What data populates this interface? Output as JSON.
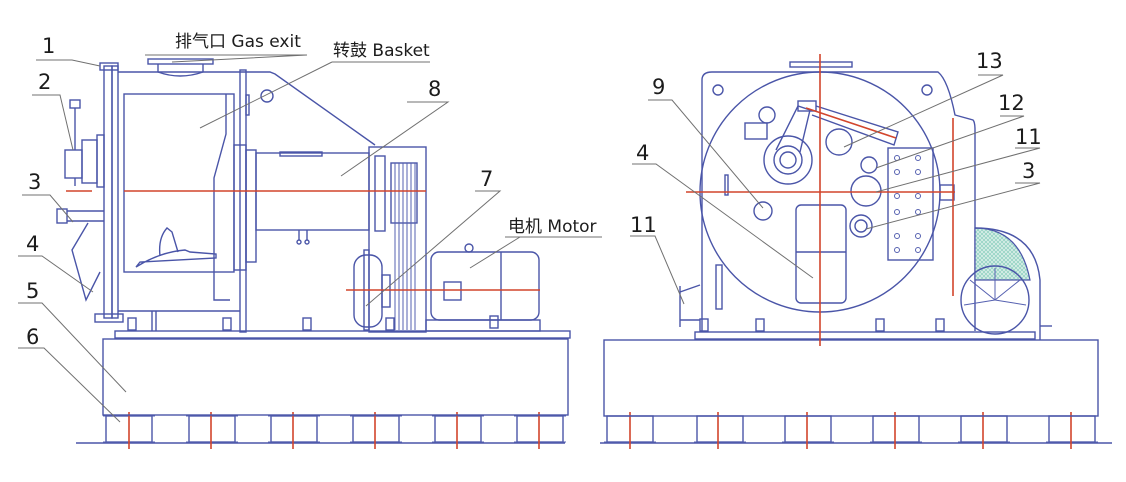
{
  "figure": {
    "title": "Centrifuge assembly drawing (side view and end view)",
    "colors": {
      "line": "#4a55a8",
      "centerline": "#d2452c",
      "leader": "#707070",
      "text": "#1c1c1c",
      "hatch": "#8ccfbf"
    }
  },
  "side_view": {
    "callouts": [
      "1",
      "2",
      "3",
      "4",
      "5",
      "6",
      "7",
      "8"
    ],
    "labels": {
      "gas_exit": "排气口 Gas exit",
      "basket": "转鼓 Basket",
      "motor": "电机 Motor"
    }
  },
  "end_view": {
    "callouts": [
      "9",
      "4",
      "11",
      "13",
      "12",
      "11",
      "3"
    ]
  }
}
